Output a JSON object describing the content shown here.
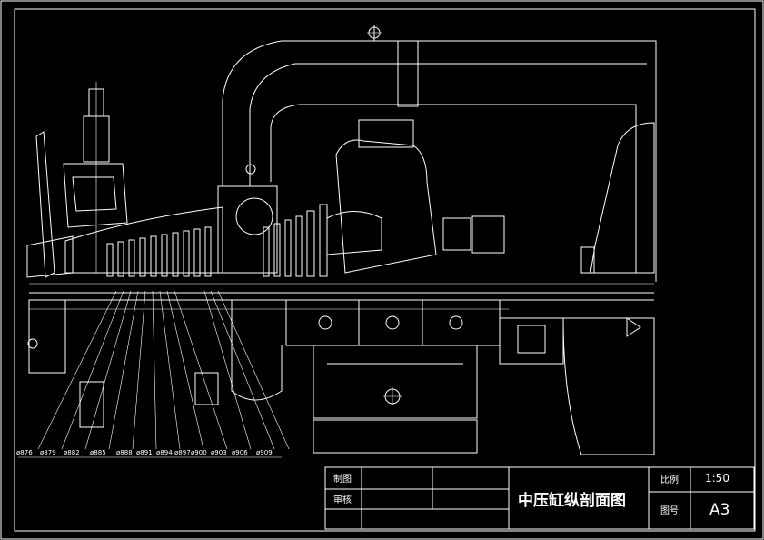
{
  "callouts": [
    "ø876",
    "ø879",
    "ø882",
    "ø885",
    "ø888",
    "ø891",
    "ø894",
    "ø897",
    "ø900",
    "ø903",
    "ø906",
    "ø909"
  ],
  "title_block": {
    "drawn_by_label": "制图",
    "checked_by_label": "审核",
    "title": "中压缸纵剖面图",
    "scale_label": "比例",
    "scale_value": "1:50",
    "drawing_no_label": "图号",
    "drawing_no_value": "A3"
  },
  "colors": {
    "background": "#000000",
    "lines": "#ffffff"
  }
}
